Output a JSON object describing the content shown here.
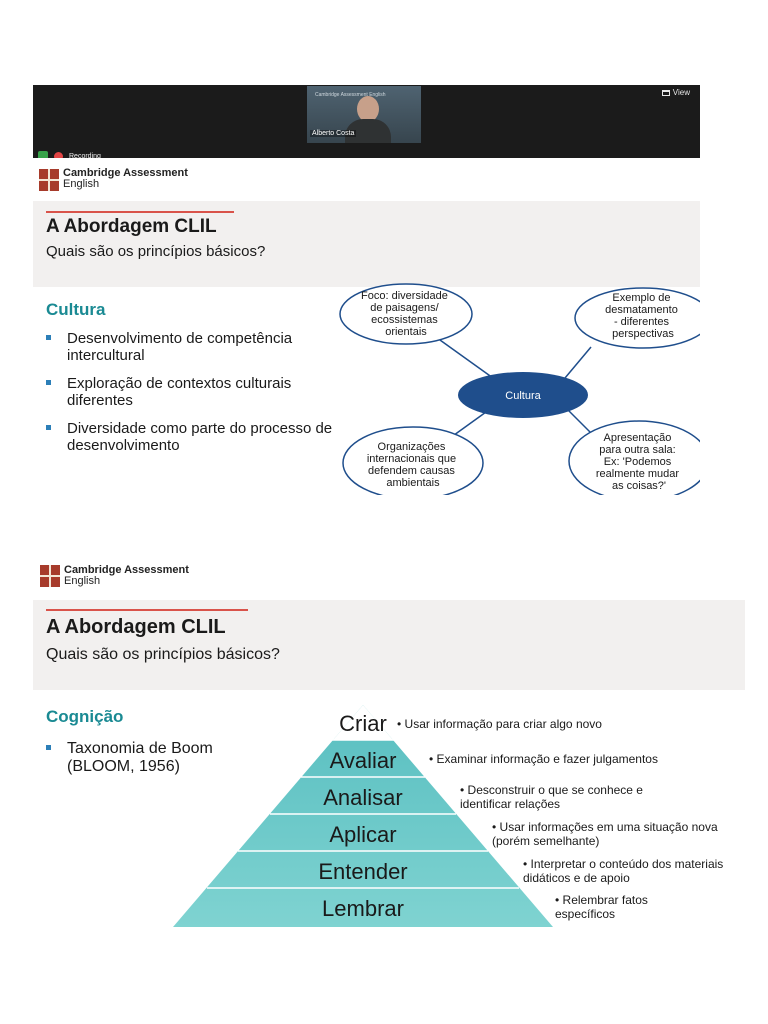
{
  "slide1": {
    "call": {
      "participant_name": "Alberto Costa",
      "camera_logo": "Cambridge Assessment English",
      "view_label": "View",
      "recording_label": "Recording"
    },
    "brand": {
      "line1": "Cambridge Assessment",
      "line2": "English"
    },
    "title": "A Abordagem CLIL",
    "subtitle": "Quais são os princípios básicos?",
    "section_title": "Cultura",
    "bullets": [
      "Desenvolvimento de competência intercultural",
      "Exploração de contextos culturais diferentes",
      "Diversidade como parte do processo de desenvolvimento"
    ],
    "mindmap": {
      "center": "Cultura",
      "nodes": [
        {
          "lines": [
            "Foco: diversidade",
            "de paisagens/",
            "ecossistemas",
            "orientais"
          ]
        },
        {
          "lines": [
            "Exemplo de",
            "desmatamento",
            "- diferentes",
            "perspectivas"
          ]
        },
        {
          "lines": [
            "Organizações",
            "internacionais que",
            "defendem causas",
            "ambientais"
          ]
        },
        {
          "lines": [
            "Apresentação",
            "para outra sala:",
            "Ex: 'Podemos",
            "realmente mudar",
            "as coisas?'"
          ]
        }
      ],
      "colors": {
        "center_fill": "#1f4e8c",
        "node_stroke": "#1f4e8c"
      }
    }
  },
  "slide2": {
    "brand": {
      "line1": "Cambridge Assessment",
      "line2": "English"
    },
    "title": "A Abordagem CLIL",
    "subtitle": "Quais são os princípios básicos?",
    "section_title": "Cognição",
    "bullet": "Taxonomia de Boom (BLOOM, 1956)",
    "pyramid": {
      "levels": [
        "Criar",
        "Avaliar",
        "Analisar",
        "Aplicar",
        "Entender",
        "Lembrar"
      ],
      "descriptions": [
        "• Usar informação para criar algo novo",
        "• Examinar informação e fazer julgamentos",
        "• Desconstruir o que se conhece e identificar relações",
        "• Usar informações em uma situação nova (porém semelhante)",
        "• Interpretar o conteúdo dos materiais didáticos e de apoio",
        "• Relembrar fatos específicos"
      ],
      "colors": {
        "fill_top": "#58bec0",
        "fill_bottom": "#7fd3d1",
        "divider": "#ffffff"
      }
    }
  },
  "colors": {
    "accent_red": "#d9534a",
    "section_teal": "#1a8a93",
    "bullet_blue": "#2c7fb8",
    "title_bg": "#f2f0ef"
  }
}
